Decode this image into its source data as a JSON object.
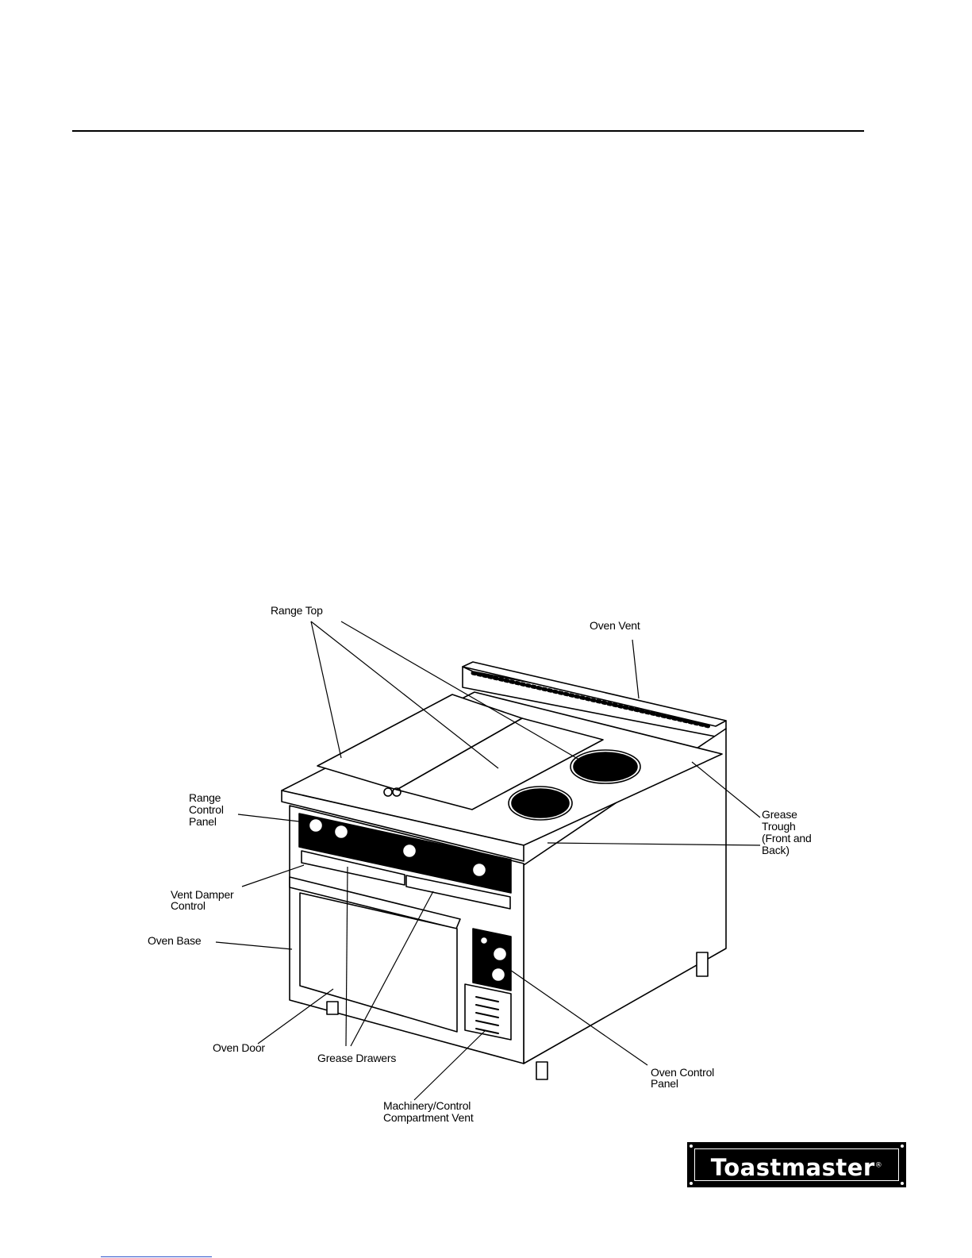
{
  "diagram": {
    "labels": {
      "range_top": "Range Top",
      "oven_vent": "Oven Vent",
      "range_control_panel": [
        "Range",
        "Control",
        "Panel"
      ],
      "grease_trough": [
        "Grease",
        "Trough",
        "(Front and",
        "Back)"
      ],
      "vent_damper_control": [
        "Vent Damper",
        "Control"
      ],
      "oven_base": "Oven Base",
      "oven_door": "Oven Door",
      "grease_drawers": "Grease Drawers",
      "oven_control_panel": [
        "Oven Control",
        "Panel"
      ],
      "machinery_vent": [
        "Machinery/Control",
        "Compartment Vent"
      ]
    }
  },
  "brand": {
    "logo_text": "Toastmaster",
    "registered_mark": "®",
    "logo_bg": "#000000",
    "logo_fg": "#ffffff"
  }
}
